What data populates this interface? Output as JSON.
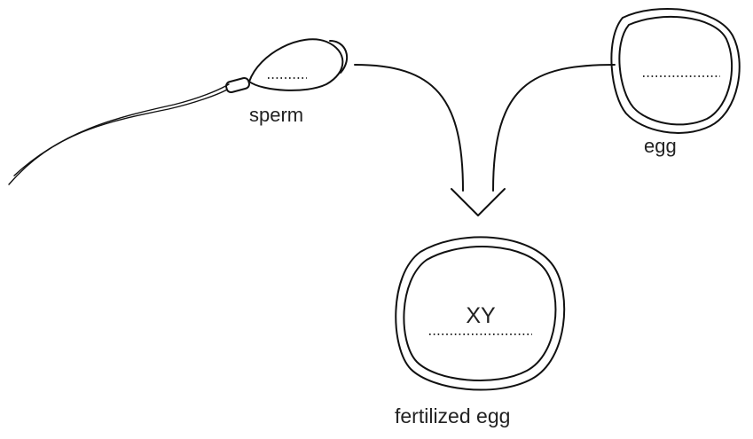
{
  "labels": {
    "sperm": "sperm",
    "egg": "egg",
    "fertilized_egg": "fertilized egg",
    "chromosomes": "XY"
  }
}
